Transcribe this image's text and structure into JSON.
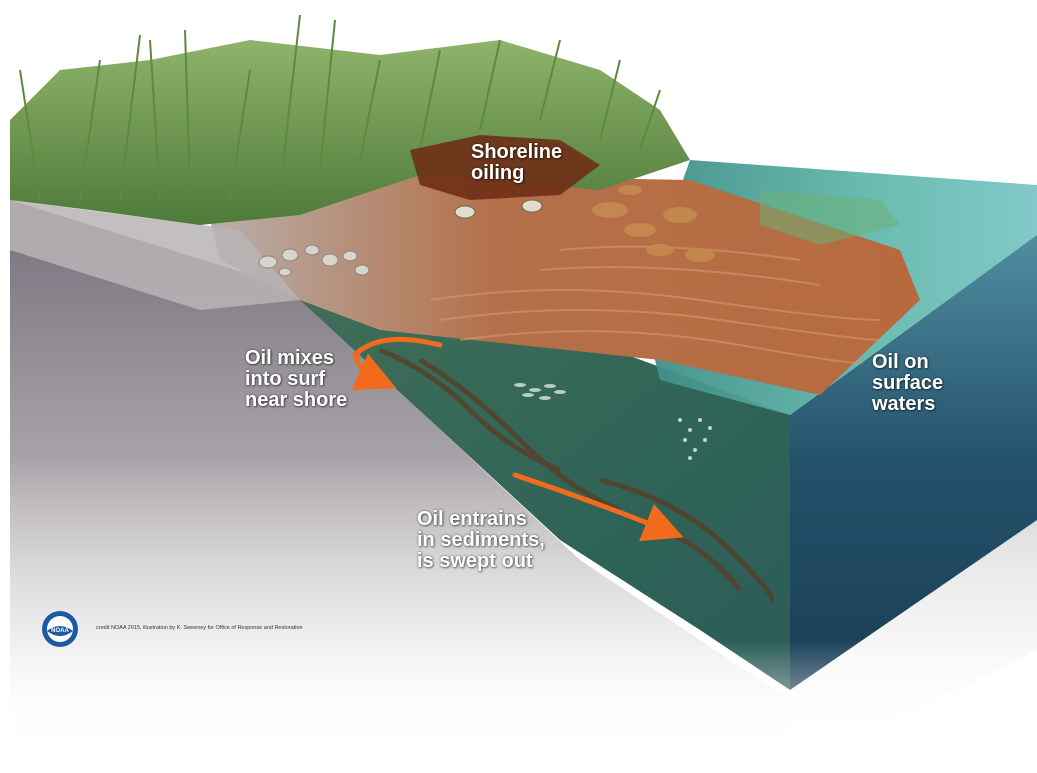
{
  "labels": {
    "shoreline_oiling": "Shoreline\noiling",
    "oil_mixes_surf": "Oil mixes\ninto surf\nnear shore",
    "oil_surface_waters": "Oil on\nsurface\nwaters",
    "oil_entrains": "Oil entrains\nin sediments,\nis swept out"
  },
  "credit": "credit NOAA 2015, illustration by K. Sweeney for Office of Response and Restoration",
  "logo": {
    "icon": "noaa-logo-icon",
    "text": "NOAA"
  },
  "colors": {
    "label_text": "#ffffff",
    "arrow": "#f26a1b",
    "water_surface": "#5fb9b0",
    "water_deep": "#1f4f66",
    "grass": "#6f9a4a",
    "oil": "#7a3f1c",
    "sediment_side": "#8f8a8e"
  }
}
